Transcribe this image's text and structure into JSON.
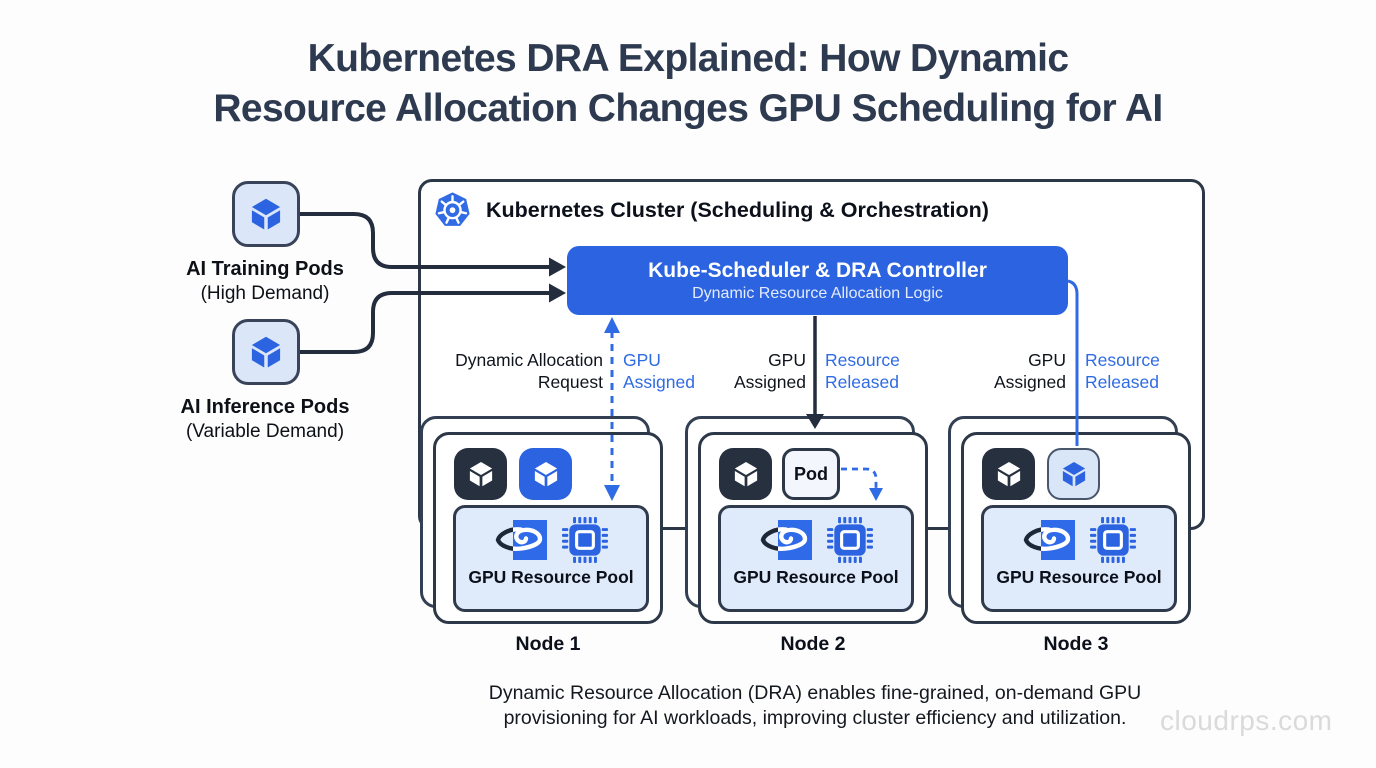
{
  "title": "Kubernetes DRA Explained: How Dynamic\nResource Allocation Changes GPU Scheduling for AI",
  "colors": {
    "accent_blue": "#2b63e0",
    "dark_navy": "#2d3a4f",
    "light_blue_bg": "#dbe7f8",
    "dark_tile": "#27303f",
    "label_blue": "#2e6be4"
  },
  "left_panel": {
    "pods": [
      {
        "icon": "cube-icon",
        "name": "AI Training Pods",
        "demand": "(High Demand)"
      },
      {
        "icon": "cube-icon",
        "name": "AI Inference Pods",
        "demand": "(Variable Demand)"
      }
    ]
  },
  "cluster": {
    "logo_icon": "kubernetes-icon",
    "header": "Kubernetes Cluster (Scheduling & Orchestration)",
    "scheduler": {
      "title": "Kube-Scheduler & DRA Controller",
      "subtitle": "Dynamic Resource Allocation Logic"
    },
    "flow_labels": [
      {
        "left": "Dynamic Allocation\nRequest",
        "right": "GPU\nAssigned",
        "connector": "dashed-blue-double-arrow"
      },
      {
        "left": "GPU\nAssigned",
        "right": "Resource\nReleased",
        "connector": "solid-dark-down-arrow"
      },
      {
        "left": "GPU\nAssigned",
        "right": "Resource\nReleased",
        "connector": "solid-blue-line"
      }
    ],
    "nodes": [
      {
        "label": "Node 1",
        "tiles": [
          {
            "icon": "cube-icon",
            "style": "dark"
          },
          {
            "icon": "cube-icon",
            "style": "blue"
          }
        ],
        "pool": {
          "label": "GPU Resource Pool",
          "icons": [
            "nvidia-gpu-icon",
            "chip-icon"
          ]
        }
      },
      {
        "label": "Node 2",
        "tiles": [
          {
            "icon": "cube-icon",
            "style": "dark"
          },
          {
            "label": "Pod",
            "style": "outlined-box"
          }
        ],
        "pool": {
          "label": "GPU Resource Pool",
          "icons": [
            "nvidia-gpu-icon",
            "chip-icon"
          ]
        }
      },
      {
        "label": "Node 3",
        "tiles": [
          {
            "icon": "cube-icon",
            "style": "dark"
          },
          {
            "icon": "cube-icon",
            "style": "light-blue"
          }
        ],
        "pool": {
          "label": "GPU Resource Pool",
          "icons": [
            "nvidia-gpu-icon",
            "chip-icon"
          ]
        }
      }
    ]
  },
  "caption": "Dynamic Resource Allocation (DRA) enables fine-grained, on-demand GPU\nprovisioning for AI workloads, improving cluster efficiency and utilization.",
  "watermark": "cloudrps.com"
}
